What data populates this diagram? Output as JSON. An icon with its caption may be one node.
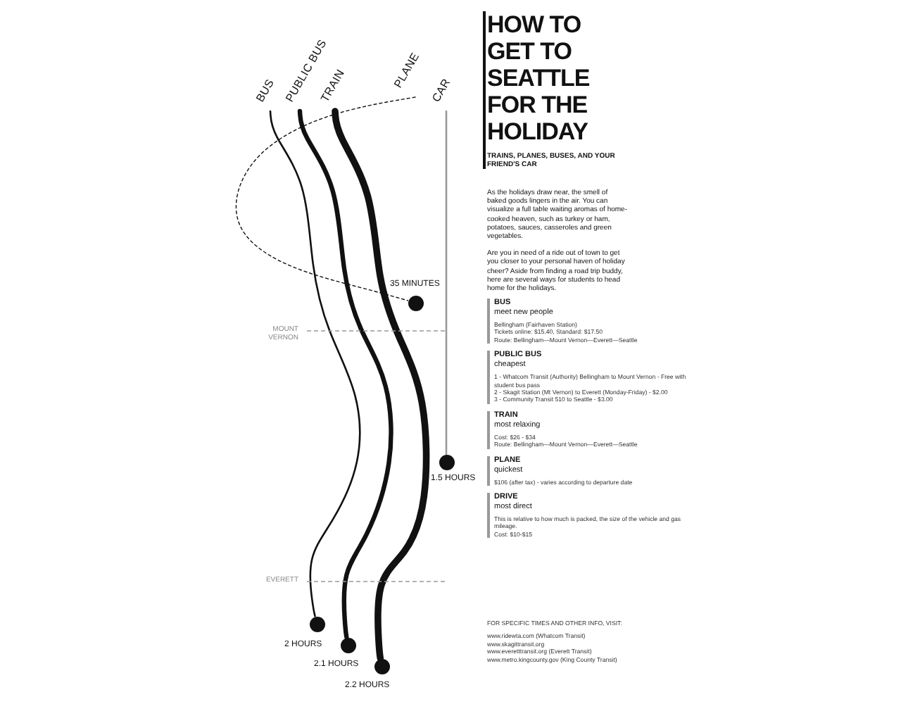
{
  "diagram": {
    "title": "HOW TO GET TO SEATTLE FOR THE HOLIDAY",
    "nodes": [
      {
        "text": [
          "BUS"
        ]
      },
      {
        "text": [
          "PUBLIC BUS"
        ]
      },
      {
        "text": [
          "TRAIN"
        ]
      },
      {
        "text": [
          "PLANE"
        ]
      },
      {
        "text": [
          "CAR"
        ]
      },
      {
        "text": [],
        "shape": "circle",
        "beside": [
          "2 HOURS"
        ]
      },
      {
        "text": [],
        "shape": "circle",
        "beside": [
          "2.1 HOURS"
        ]
      },
      {
        "text": [],
        "shape": "circle",
        "beside": [
          "2.2 HOURS"
        ]
      },
      {
        "text": [],
        "shape": "circle",
        "beside": [
          "35 MINUTES"
        ]
      },
      {
        "text": [],
        "shape": "circle",
        "beside": [
          "1.5 HOURS"
        ]
      }
    ],
    "edges": [
      {
        "from": 0,
        "to": 5,
        "arrow": "none"
      },
      {
        "from": 1,
        "to": 6,
        "arrow": "none",
        "style": "thick"
      },
      {
        "from": 2,
        "to": 7,
        "arrow": "none",
        "style": "thick"
      },
      {
        "from": 3,
        "to": 8,
        "arrow": "none",
        "style": "dashed"
      },
      {
        "from": 4,
        "to": 9,
        "arrow": "none",
        "color": "#999999"
      }
    ],
    "labels": [
      "TRAINS, PLANES, BUSES, AND YOUR FRIEND'S CAR",
      "As the holidays draw near, the smell of baked goods lingers in the air. You can visualize a full table waiting aromas of home-cooked heaven, such as turkey or ham, potatoes, sauces, casseroles and green vegetables.",
      "Are you in need of a ride out of town to get you closer to your personal haven of holiday cheer? Aside from finding a road trip buddy, here are several ways for students to head home for the holidays.",
      "BUS",
      "meet new people",
      "Bellingham (Fairhaven Station)",
      "Tickets online: $15.40, Standard: $17.50",
      "Route: Bellingham—Mount Vernon—Everett—Seattle",
      "PUBLIC BUS",
      "cheapest",
      "1 - Whatcom Transit (Authority) Bellingham to Mount Vernon - Free with student bus pass",
      "2 - Skagit Station (Mt Vernon) to Everett (Monday-Friday) - $2.00",
      "3 - Community Transit 510 to Seattle - $3.00",
      "TRAIN",
      "most relaxing",
      "Cost: $26 - $34",
      "Route: Bellingham—Mount Vernon—Everett—Seattle",
      "PLANE",
      "quickest",
      "$106 (after tax) - varies according to departure date",
      "DRIVE",
      "most direct",
      "This is relative to how much is packed, the size of the vehicle and gas mileage.",
      "Cost: $10-$15",
      "FOR SPECIFIC TIMES AND OTHER INFO, VISIT:",
      "www.ridewta.com (Whatcom Transit)",
      "www.skagittransit.org",
      "www.everetttransit.org (Everett Transit)",
      "www.metro.kingcounty.gov (King County Transit)",
      "MOUNT VERNON",
      "EVERETT"
    ]
  }
}
